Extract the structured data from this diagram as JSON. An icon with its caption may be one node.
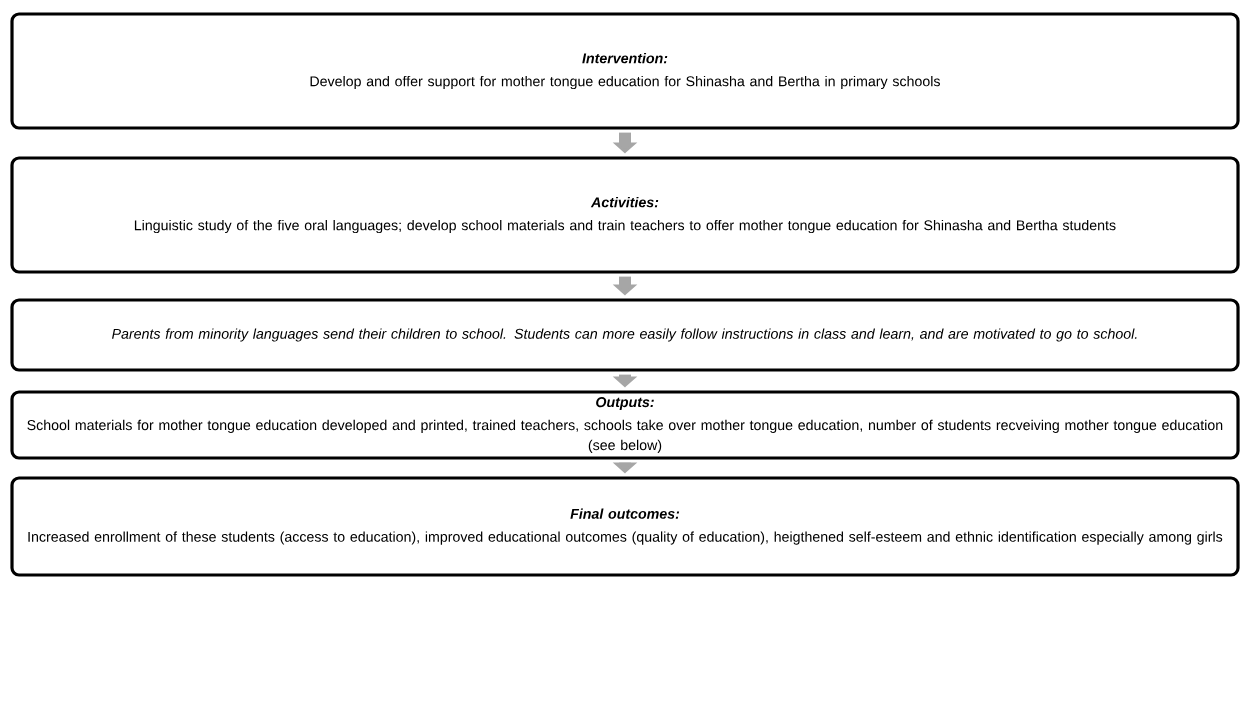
{
  "diagram": {
    "nodes": [
      {
        "text": [
          "Intervention:",
          "Develop and offer support for mother tongue education for Shinasha and Bertha in primary schools"
        ]
      },
      {
        "text": [
          "Activities:",
          "Linguistic study of the five oral languages; develop school materials and train teachers to offer mother tongue education for Shinasha and Bertha students"
        ]
      },
      {
        "text": [
          "Parents from minority languages send their children to school. Students can more easily follow instructions in class and learn, and are motivated to go to school."
        ]
      },
      {
        "text": [
          "Outputs:",
          "School materials  for mother tongue education developed and printed, trained teachers, schools  take over mother tongue education, number of students recveiving mother tongue education (see below)"
        ]
      },
      {
        "text": [
          "Final outcomes:",
          "Increased enrollment of these students (access to education), improved educational outcomes (quality of education), heigthened self-esteem and ethnic identification especially among girls"
        ]
      }
    ],
    "edges": [
      {
        "from": 0,
        "to": 1,
        "arrow": "to"
      },
      {
        "from": 1,
        "to": 2,
        "arrow": "to"
      },
      {
        "from": 2,
        "to": 3,
        "arrow": "to"
      },
      {
        "from": 3,
        "to": 4,
        "arrow": "to"
      }
    ]
  }
}
